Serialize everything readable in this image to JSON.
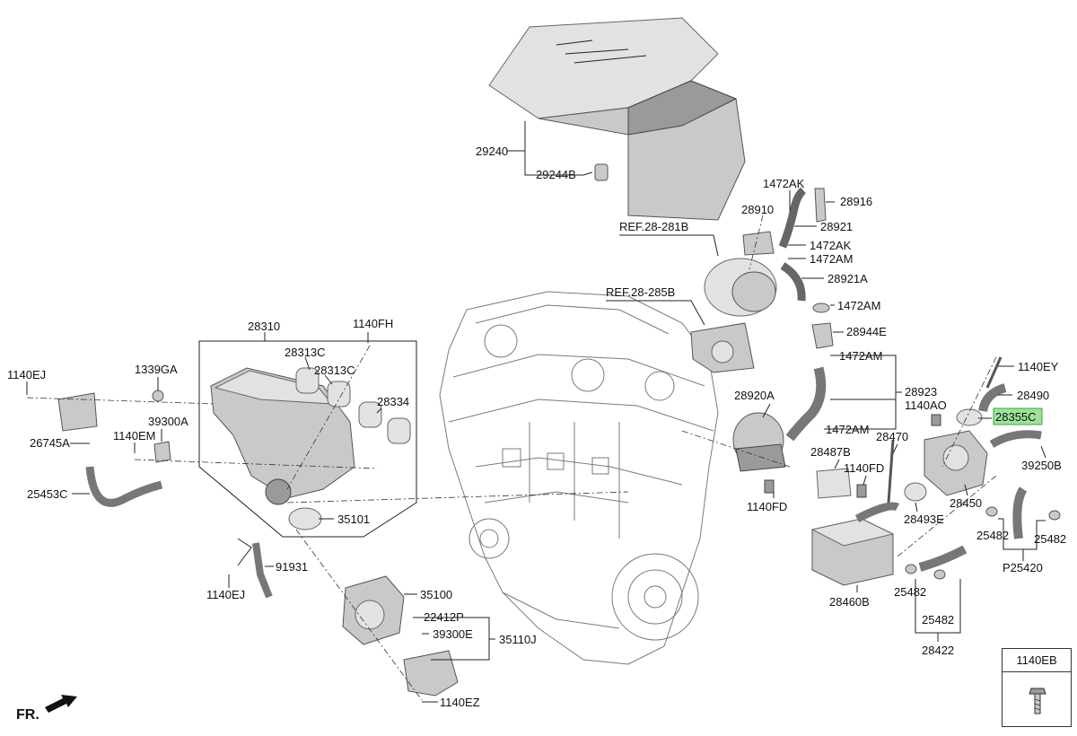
{
  "labels": {
    "p29240": "29240",
    "p29244B": "29244B",
    "p1472AK_a": "1472AK",
    "p28916": "28916",
    "p28910": "28910",
    "p28921": "28921",
    "ref28281B": "REF.28-281B",
    "p1472AK_b": "1472AK",
    "p1472AM_a": "1472AM",
    "p28921A": "28921A",
    "ref28285B": "REF.28-285B",
    "p1472AM_b": "1472AM",
    "p28944E": "28944E",
    "p1472AM_c": "1472AM",
    "p28923": "28923",
    "p1472AM_d": "1472AM",
    "p28920A": "28920A",
    "p1140FD_a": "1140FD",
    "p1140EY": "1140EY",
    "p28490": "28490",
    "p1140AO": "1140AO",
    "p28355C": "28355C",
    "p28470": "28470",
    "p39250B": "39250B",
    "p28487B": "28487B",
    "p1140FD_b": "1140FD",
    "p28450": "28450",
    "p28493E": "28493E",
    "p25482_a": "25482",
    "p25482_b": "25482",
    "pP25420": "P25420",
    "p28460B": "28460B",
    "p25482_c": "25482",
    "p25482_d": "25482",
    "p28422": "28422",
    "p28310": "28310",
    "p1140FH": "1140FH",
    "p28313C_a": "28313C",
    "p28313C_b": "28313C",
    "p28334": "28334",
    "p1140EJ_a": "1140EJ",
    "p1339GA": "1339GA",
    "p39300A": "39300A",
    "p1140EM": "1140EM",
    "p26745A": "26745A",
    "p25453C": "25453C",
    "p35101": "35101",
    "p91931": "91931",
    "p1140EJ_b": "1140EJ",
    "p35100": "35100",
    "p22412P": "22412P",
    "p39300E": "39300E",
    "p35110J": "35110J",
    "p1140EZ": "1140EZ"
  },
  "legend": {
    "title": "1140EB"
  },
  "orientation": {
    "label": "FR."
  },
  "colors": {
    "highlight": "#9ee29a",
    "parts": "#c9c9c9"
  }
}
